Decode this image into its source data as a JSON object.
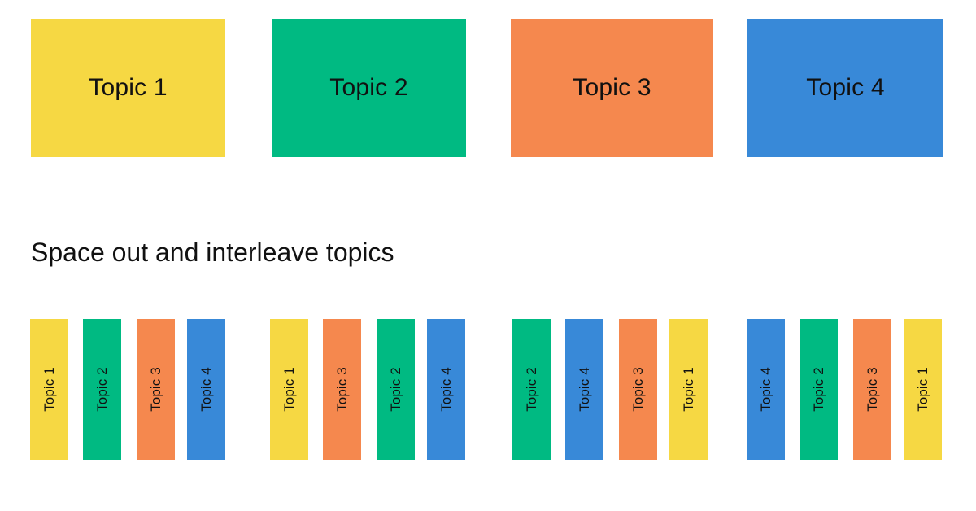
{
  "page": {
    "title": "Space out and interleave topics",
    "background": "#ffffff",
    "text_color": "#111111"
  },
  "palette": {
    "topic_1": "#F6D843",
    "topic_2": "#00BA82",
    "topic_3": "#F5884E",
    "topic_4": "#3889D8"
  },
  "blocked_practice": {
    "section_name": "blocked-topic-blocks",
    "blocks": [
      {
        "label": "Topic 1",
        "topic": "topic_1",
        "color": "#F6D843"
      },
      {
        "label": "Topic 2",
        "topic": "topic_2",
        "color": "#00BA82"
      },
      {
        "label": "Topic 3",
        "topic": "topic_3",
        "color": "#F5884E"
      },
      {
        "label": "Topic 4",
        "topic": "topic_4",
        "color": "#3889D8"
      }
    ]
  },
  "caption": {
    "text": "Space out and interleave topics"
  },
  "interleaved_practice": {
    "section_name": "interleaved-topic-bars",
    "groups": [
      {
        "name": "session-1",
        "bars": [
          {
            "label": "Topic 1",
            "topic": "topic_1",
            "color": "#F6D843"
          },
          {
            "label": "Topic 2",
            "topic": "topic_2",
            "color": "#00BA82"
          },
          {
            "label": "Topic 3",
            "topic": "topic_3",
            "color": "#F5884E"
          },
          {
            "label": "Topic 4",
            "topic": "topic_4",
            "color": "#3889D8"
          }
        ]
      },
      {
        "name": "session-2",
        "bars": [
          {
            "label": "Topic 1",
            "topic": "topic_1",
            "color": "#F6D843"
          },
          {
            "label": "Topic 3",
            "topic": "topic_3",
            "color": "#F5884E"
          },
          {
            "label": "Topic 2",
            "topic": "topic_2",
            "color": "#00BA82"
          },
          {
            "label": "Topic 4",
            "topic": "topic_4",
            "color": "#3889D8"
          }
        ]
      },
      {
        "name": "session-3",
        "bars": [
          {
            "label": "Topic 2",
            "topic": "topic_2",
            "color": "#00BA82"
          },
          {
            "label": "Topic 4",
            "topic": "topic_4",
            "color": "#3889D8"
          },
          {
            "label": "Topic 3",
            "topic": "topic_3",
            "color": "#F5884E"
          },
          {
            "label": "Topic 1",
            "topic": "topic_1",
            "color": "#F6D843"
          }
        ]
      },
      {
        "name": "session-4",
        "bars": [
          {
            "label": "Topic 4",
            "topic": "topic_4",
            "color": "#3889D8"
          },
          {
            "label": "Topic 2",
            "topic": "topic_2",
            "color": "#00BA82"
          },
          {
            "label": "Topic 3",
            "topic": "topic_3",
            "color": "#F5884E"
          },
          {
            "label": "Topic 1",
            "topic": "topic_1",
            "color": "#F6D843"
          }
        ]
      }
    ]
  }
}
